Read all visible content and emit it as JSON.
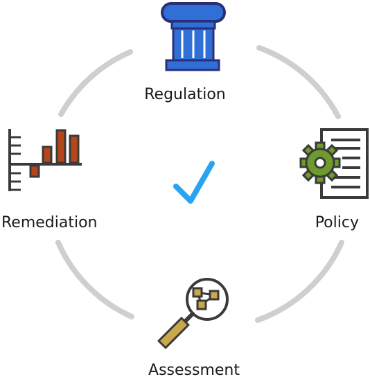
{
  "cycle": {
    "steps": [
      {
        "label": "Regulation",
        "icon": "bank-column-icon"
      },
      {
        "label": "Policy",
        "icon": "gear-document-icon"
      },
      {
        "label": "Assessment",
        "icon": "magnifier-network-icon"
      },
      {
        "label": "Remediation",
        "icon": "bar-chart-icon"
      }
    ],
    "center_icon": "checkmark-icon"
  },
  "colors": {
    "arc": "#cfcfcf",
    "bank_fill": "#2f6fd6",
    "bank_outline": "#2a2f7a",
    "gear_fill": "#6f9a2e",
    "bar_fill": "#b4461a",
    "magnifier_fill": "#c9a74b",
    "check": "#2aa3f0",
    "stroke": "#3a3a3a"
  }
}
